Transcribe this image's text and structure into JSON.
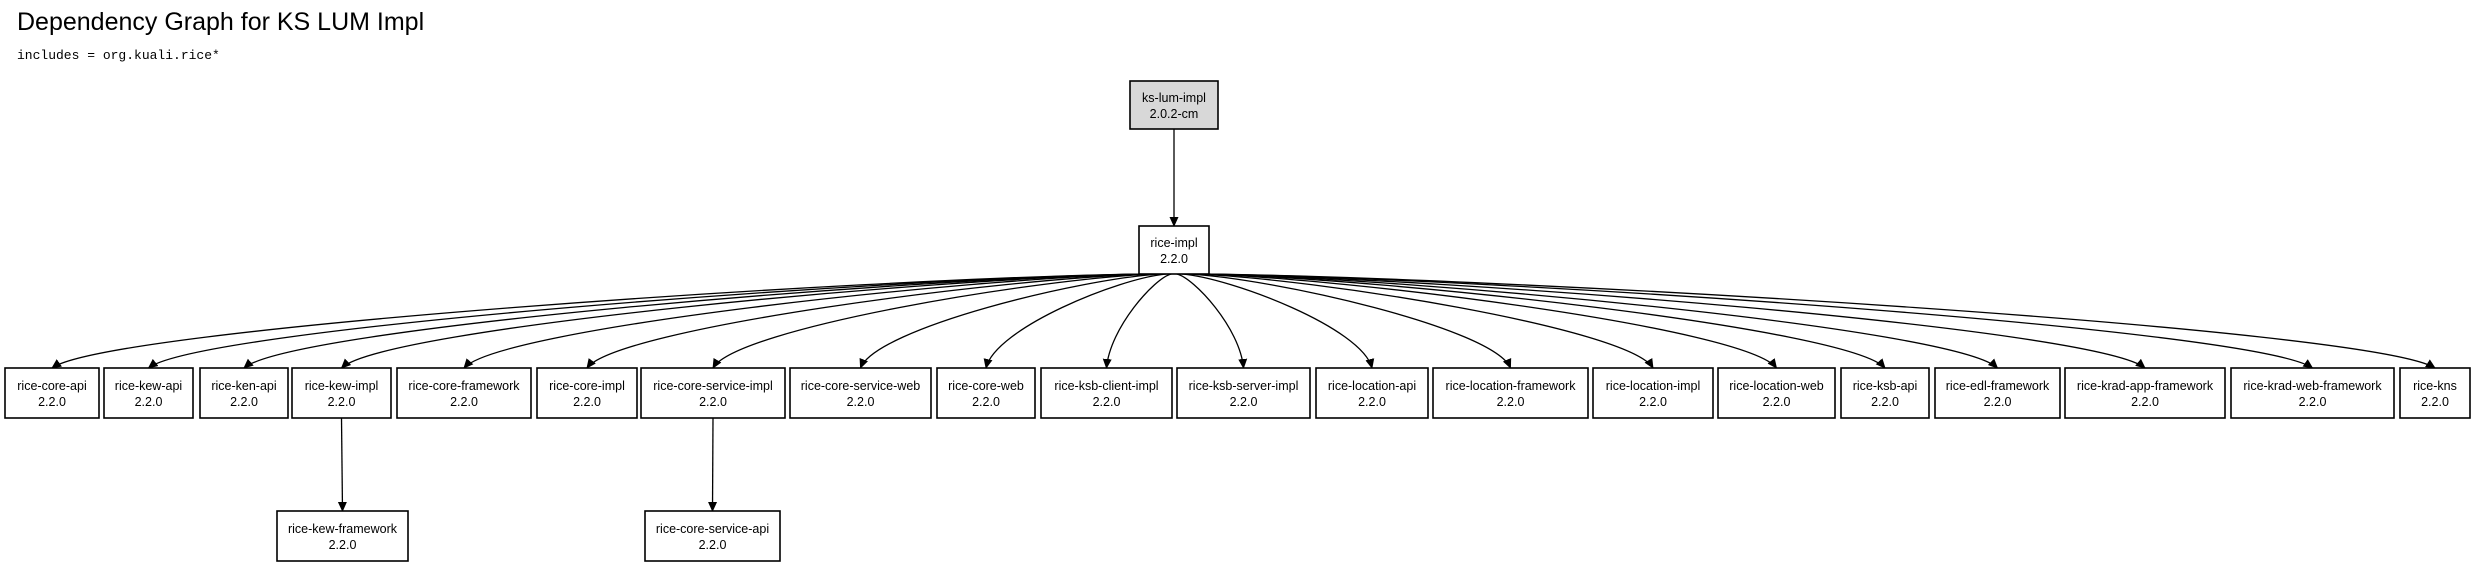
{
  "header": {
    "title": "Dependency Graph for KS LUM Impl",
    "filter": "includes = org.kuali.rice*"
  },
  "colors": {
    "root_fill": "#d8d8d8",
    "node_fill": "#ffffff",
    "stroke": "#000000"
  },
  "graph": {
    "nodes": [
      {
        "id": "ks-lum-impl",
        "name": "ks-lum-impl",
        "version": "2.0.2-cm",
        "root": true
      },
      {
        "id": "rice-impl",
        "name": "rice-impl",
        "version": "2.2.0"
      },
      {
        "id": "rice-core-api",
        "name": "rice-core-api",
        "version": "2.2.0"
      },
      {
        "id": "rice-kew-api",
        "name": "rice-kew-api",
        "version": "2.2.0"
      },
      {
        "id": "rice-ken-api",
        "name": "rice-ken-api",
        "version": "2.2.0"
      },
      {
        "id": "rice-kew-impl",
        "name": "rice-kew-impl",
        "version": "2.2.0"
      },
      {
        "id": "rice-core-framework",
        "name": "rice-core-framework",
        "version": "2.2.0"
      },
      {
        "id": "rice-core-impl",
        "name": "rice-core-impl",
        "version": "2.2.0"
      },
      {
        "id": "rice-core-service-impl",
        "name": "rice-core-service-impl",
        "version": "2.2.0"
      },
      {
        "id": "rice-core-service-web",
        "name": "rice-core-service-web",
        "version": "2.2.0"
      },
      {
        "id": "rice-core-web",
        "name": "rice-core-web",
        "version": "2.2.0"
      },
      {
        "id": "rice-ksb-client-impl",
        "name": "rice-ksb-client-impl",
        "version": "2.2.0"
      },
      {
        "id": "rice-ksb-server-impl",
        "name": "rice-ksb-server-impl",
        "version": "2.2.0"
      },
      {
        "id": "rice-location-api",
        "name": "rice-location-api",
        "version": "2.2.0"
      },
      {
        "id": "rice-location-framework",
        "name": "rice-location-framework",
        "version": "2.2.0"
      },
      {
        "id": "rice-location-impl",
        "name": "rice-location-impl",
        "version": "2.2.0"
      },
      {
        "id": "rice-location-web",
        "name": "rice-location-web",
        "version": "2.2.0"
      },
      {
        "id": "rice-ksb-api",
        "name": "rice-ksb-api",
        "version": "2.2.0"
      },
      {
        "id": "rice-edl-framework",
        "name": "rice-edl-framework",
        "version": "2.2.0"
      },
      {
        "id": "rice-krad-app-framework",
        "name": "rice-krad-app-framework",
        "version": "2.2.0"
      },
      {
        "id": "rice-krad-web-framework",
        "name": "rice-krad-web-framework",
        "version": "2.2.0"
      },
      {
        "id": "rice-kns",
        "name": "rice-kns",
        "version": "2.2.0"
      },
      {
        "id": "rice-kew-framework",
        "name": "rice-kew-framework",
        "version": "2.2.0"
      },
      {
        "id": "rice-core-service-api",
        "name": "rice-core-service-api",
        "version": "2.2.0"
      }
    ],
    "edges": [
      {
        "from": "ks-lum-impl",
        "to": "rice-impl"
      },
      {
        "from": "rice-impl",
        "to": "rice-core-api"
      },
      {
        "from": "rice-impl",
        "to": "rice-kew-api"
      },
      {
        "from": "rice-impl",
        "to": "rice-ken-api"
      },
      {
        "from": "rice-impl",
        "to": "rice-kew-impl"
      },
      {
        "from": "rice-impl",
        "to": "rice-core-framework"
      },
      {
        "from": "rice-impl",
        "to": "rice-core-impl"
      },
      {
        "from": "rice-impl",
        "to": "rice-core-service-impl"
      },
      {
        "from": "rice-impl",
        "to": "rice-core-service-web"
      },
      {
        "from": "rice-impl",
        "to": "rice-core-web"
      },
      {
        "from": "rice-impl",
        "to": "rice-ksb-client-impl"
      },
      {
        "from": "rice-impl",
        "to": "rice-ksb-server-impl"
      },
      {
        "from": "rice-impl",
        "to": "rice-location-api"
      },
      {
        "from": "rice-impl",
        "to": "rice-location-framework"
      },
      {
        "from": "rice-impl",
        "to": "rice-location-impl"
      },
      {
        "from": "rice-impl",
        "to": "rice-location-web"
      },
      {
        "from": "rice-impl",
        "to": "rice-ksb-api"
      },
      {
        "from": "rice-impl",
        "to": "rice-edl-framework"
      },
      {
        "from": "rice-impl",
        "to": "rice-krad-app-framework"
      },
      {
        "from": "rice-impl",
        "to": "rice-krad-web-framework"
      },
      {
        "from": "rice-impl",
        "to": "rice-kns"
      },
      {
        "from": "rice-kew-impl",
        "to": "rice-kew-framework"
      },
      {
        "from": "rice-core-service-impl",
        "to": "rice-core-service-api"
      }
    ]
  }
}
